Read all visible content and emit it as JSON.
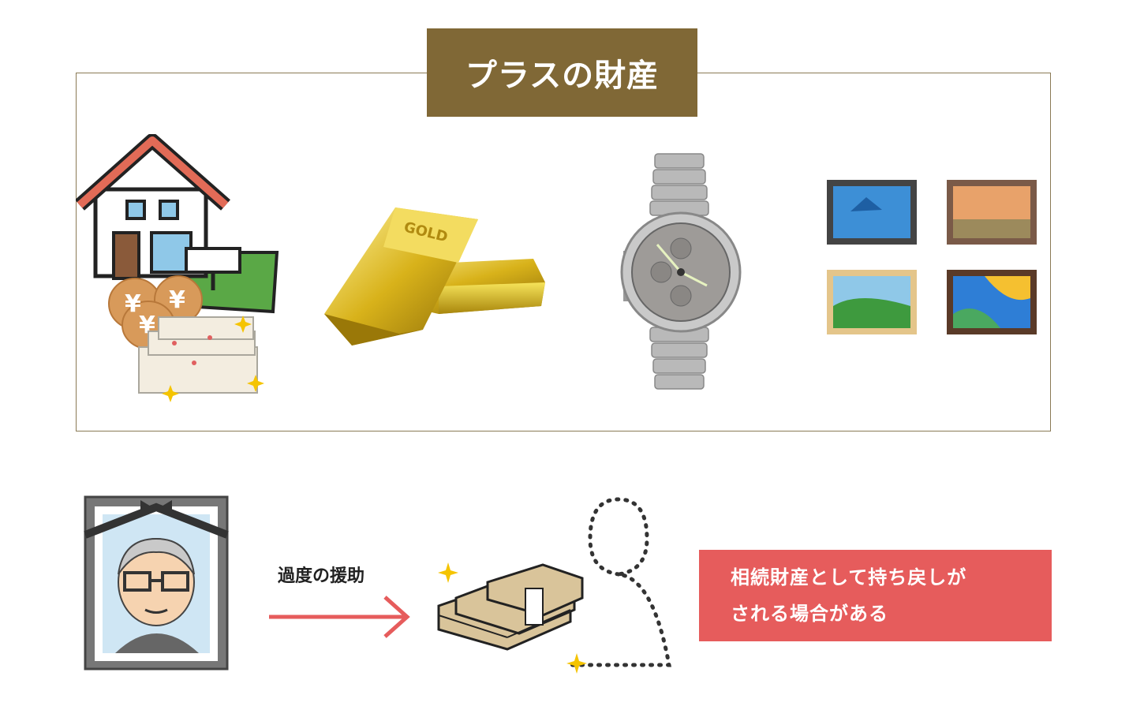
{
  "top_section": {
    "title": "プラスの財産",
    "items": [
      {
        "icon": "house-with-money-icon"
      },
      {
        "icon": "gold-bars-icon"
      },
      {
        "icon": "wristwatch-icon"
      },
      {
        "icon": "paintings-icon"
      }
    ]
  },
  "bottom_section": {
    "arrow_label": "過度の援助",
    "callout_lines": [
      "相続財産として持ち戻しが",
      "される場合がある"
    ]
  },
  "colors": {
    "title_bg": "#806836",
    "border": "#8a7a55",
    "callout_bg": "#e65c5c",
    "arrow": "#e65c5c"
  }
}
